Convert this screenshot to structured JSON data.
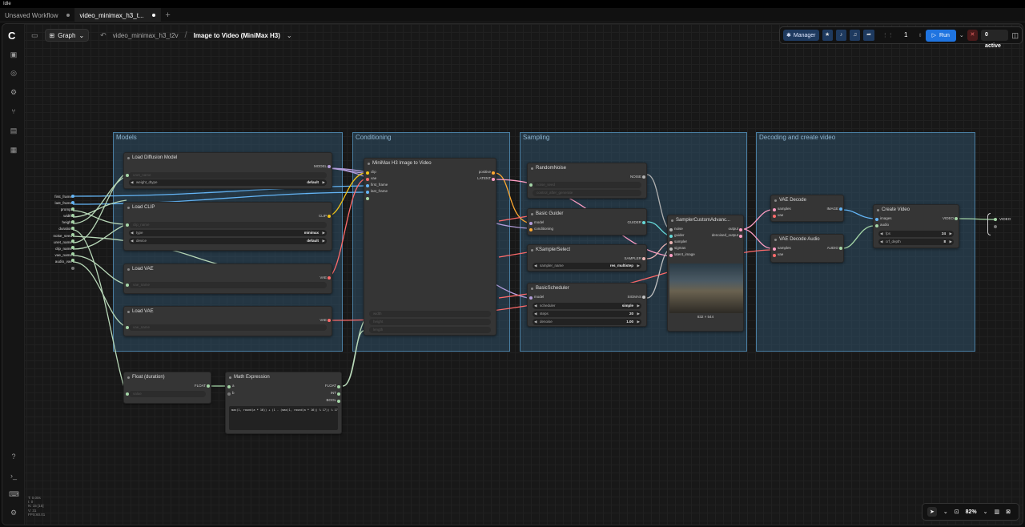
{
  "window": {
    "status": "Idle"
  },
  "tabs": [
    {
      "label": "Unsaved Workflow",
      "active": false
    },
    {
      "label": "video_minimax_h3_t...",
      "active": true
    }
  ],
  "header": {
    "graph_label": "Graph",
    "workflow_name": "video_minimax_h3_t2v",
    "separator": "/",
    "subgraph_title": "Image to Video (MiniMax H3)"
  },
  "toolbar": {
    "manager_label": "Manager",
    "queue_count": "1",
    "run_label": "Run",
    "active_label": "0 active"
  },
  "groups": [
    {
      "title": "Models"
    },
    {
      "title": "Conditioning"
    },
    {
      "title": "Sampling"
    },
    {
      "title": "Decoding and create video"
    }
  ],
  "inputs_panel": {
    "labels": [
      "first_frame",
      "last_frame",
      "prompt",
      "width",
      "height",
      "duration",
      "noise_seed",
      "unet_name",
      "clip_name",
      "vae_name",
      "audio_vae"
    ]
  },
  "nodes": {
    "load_diffusion": {
      "title": "Load Diffusion Model",
      "output": "MODEL",
      "w1": "unet_name",
      "w2_label": "weight_dtype",
      "w2_value": "default"
    },
    "load_clip": {
      "title": "Load CLIP",
      "output": "CLIP",
      "w1": "clip_name",
      "w2_label": "type",
      "w2_value": "minimax",
      "w3_label": "device",
      "w3_value": "default"
    },
    "load_vae1": {
      "title": "Load VAE",
      "output": "VAE",
      "w1": "vae_name"
    },
    "load_vae2": {
      "title": "Load VAE",
      "output": "VAE",
      "w1": "vae_name"
    },
    "float_duration": {
      "title": "Float (duration)",
      "output": "FLOAT",
      "w1": "value"
    },
    "math_expr": {
      "title": "Math Expression",
      "in_a": "a",
      "in_b": "b",
      "out1": "FLOAT",
      "out2": "INT",
      "out3": "BOOL",
      "expression": "max(1, round(a * 16)) + (1 - (max(1, round(a * 16)) % 17)) % 17)"
    },
    "minimax": {
      "title": "MiniMax H3 Image to Video",
      "in1": "clip",
      "in2": "vae",
      "in3": "first_frame",
      "in4": "last_frame",
      "out1": "positive",
      "out2": "LATENT",
      "w1": "width",
      "w2": "height",
      "w3": "length"
    },
    "random_noise": {
      "title": "RandomNoise",
      "output": "NOISE",
      "w1": "noise_seed",
      "w2": "control_after_generate"
    },
    "basic_guider": {
      "title": "Basic Guider",
      "in1": "model",
      "in2": "conditioning",
      "output": "GUIDER"
    },
    "ksampler_select": {
      "title": "KSamplerSelect",
      "output": "SAMPLER",
      "w1_label": "sampler_name",
      "w1_value": "res_multistep"
    },
    "basic_scheduler": {
      "title": "BasicScheduler",
      "in1": "model",
      "output": "SIGMAS",
      "w1_label": "scheduler",
      "w1_value": "simple",
      "w2_label": "steps",
      "w2_value": "20",
      "w3_label": "denoise",
      "w3_value": "1.00"
    },
    "sampler_custom": {
      "title": "SamplerCustomAdvanc...",
      "in1": "noise",
      "in2": "guider",
      "in3": "sampler",
      "in4": "sigmas",
      "in5": "latent_image",
      "out1": "output",
      "out2": "denoised_output",
      "preview_caption": "832 × 544"
    },
    "vae_decode": {
      "title": "VAE Decode",
      "in1": "samples",
      "in2": "vae",
      "output": "IMAGE"
    },
    "vae_decode_audio": {
      "title": "VAE Decode Audio",
      "in1": "samples",
      "in2": "vae",
      "output": "AUDIO"
    },
    "create_video": {
      "title": "Create Video",
      "in1": "images",
      "in2": "audio",
      "output": "VIDEO",
      "w1_label": "fps",
      "w1_value": "24",
      "w2_label": "crf_depth",
      "w2_value": "8"
    }
  },
  "output_panel": {
    "label": "VIDEO"
  },
  "zoom": {
    "value": "82%"
  },
  "stats": [
    "T: 0.00s",
    "I: 0",
    "N: 15 [15]",
    "V: 31",
    "FPS:60.01"
  ],
  "colors": {
    "model": "#b39ddb",
    "clip": "#f5c518",
    "vae": "#ff6b6b",
    "latent": "#ff9ec4",
    "image": "#64b5f6",
    "float": "#a5d6a7",
    "conditioning": "#ffa931",
    "noise": "#b0b0b0",
    "guider": "#66d9d9",
    "sampler": "#ecb4b4",
    "sigmas": "#c0c0c0",
    "audio": "#a5d6a7"
  }
}
